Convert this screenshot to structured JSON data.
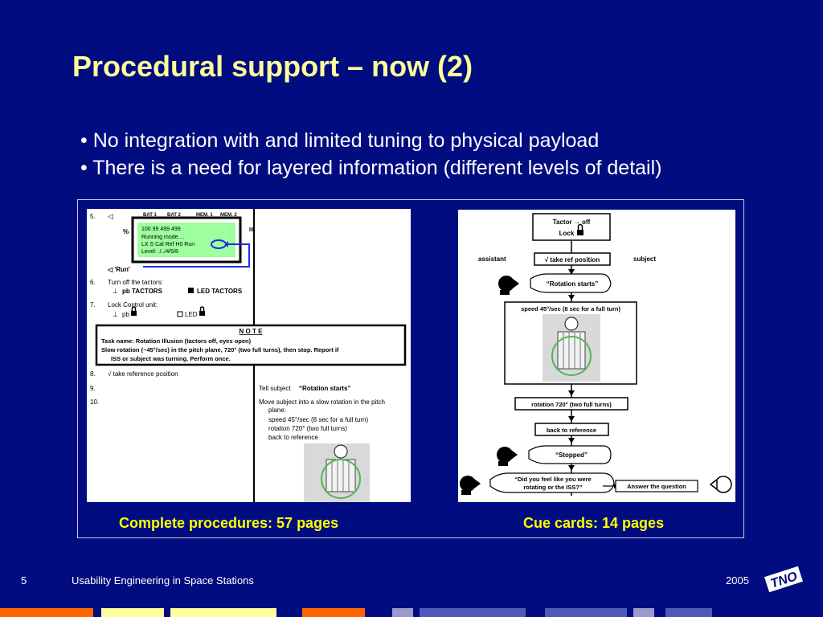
{
  "slide": {
    "title": "Procedural support – now (2)",
    "bullets": [
      "• No integration with and limited tuning to physical payload",
      "• There is a need for layered information (different levels of detail)"
    ],
    "captions": {
      "left": "Complete procedures: 57 pages",
      "right": "Cue cards: 14 pages"
    }
  },
  "procedure": {
    "step5": "5.",
    "step5_arrow": "◁",
    "display_headers": [
      "BAT 1",
      "BAT 2",
      "MEM. 1",
      "MEM. 2"
    ],
    "display_percent": "%",
    "display_right_mark": "III",
    "display_lines": [
      "100    99    499    499",
      "Running mode....",
      "LX S Cal Ref H0 Run",
      "Level: ./../4/5/8"
    ],
    "run_label": "◁ 'Run'",
    "step6": "6.",
    "step6_text": "Turn off the tactors:",
    "step6_pb": "pb TACTORS",
    "step6_led": "LED TACTORS",
    "step7": "7.",
    "step7_text": "Lock Control unit:",
    "step7_pb": "pb",
    "step7_led": "LED",
    "note_header": "N O T E",
    "note_lines": [
      "Task name: Rotation Illusion (tactors off, eyes open)",
      "Slow rotation (~45°/sec) in the pitch plane, 720° (two full turns), then stop. Report if",
      "ISS or subject was turning. Perform once."
    ],
    "step8": "8.",
    "step8_text": "√ take reference position",
    "step9": "9.",
    "step9_text": "Tell subject",
    "step9_quote": "“Rotation starts”",
    "step10": "10.",
    "step10_lines": [
      "Move subject into a slow rotation in the pitch",
      "plane:",
      "speed 45°/sec (8 sec for a full turn)",
      "rotation 720° (two full turns)",
      "back to reference"
    ]
  },
  "cue_card": {
    "tactor_off": "Tactor → off",
    "lock": "Lock",
    "assistant": "assistant",
    "subject": "subject",
    "take_ref": "√ take ref position",
    "rotation_starts": "“Rotation starts”",
    "speed": "speed 45°/sec (8 sec for a full turn)",
    "rotation": "rotation 720° (two full turns)",
    "back": "back to reference",
    "stopped": "“Stopped”",
    "question_line1": "“Did you feel like you were",
    "question_line2": "rotating or the ISS?”",
    "answer": "Answer the question"
  },
  "footer": {
    "page_number": "5",
    "text": "Usability Engineering in Space Stations",
    "year": "2005",
    "logo": "TNO"
  },
  "colors": {
    "background": "#000c80",
    "title": "#ffff99",
    "caption": "#ffff00",
    "footer_bars": [
      "#ff6600",
      "#ffff99",
      "#4f5ab8",
      "#9999cc"
    ]
  }
}
